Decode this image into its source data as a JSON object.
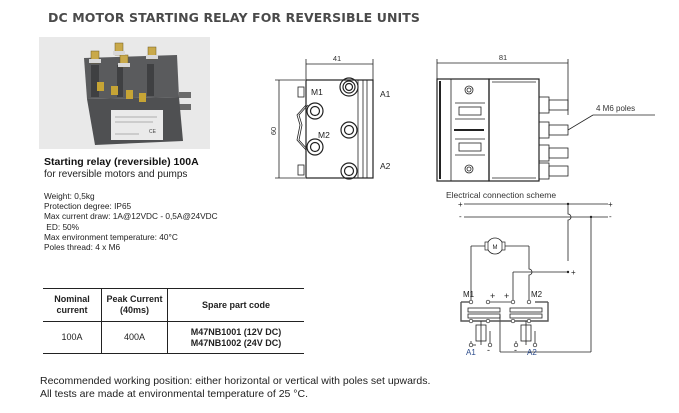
{
  "header": {
    "title": "DC MOTOR STARTING RELAY FOR REVERSIBLE UNITS"
  },
  "product": {
    "image_alt": "relay-photo",
    "name": "Starting relay (reversible) 100A",
    "subtitle": "for reversible motors and pumps",
    "specs": [
      "Weight: 0,5kg",
      "Protection degree: IP65",
      "Max current draw: 1A@12VDC - 0,5A@24VDC",
      " ED: 50%",
      "Max environment temperature: 40°C",
      "Poles thread: 4 x M6"
    ]
  },
  "parts_table": {
    "headers": [
      "Nominal current",
      "Peak Current (40ms)",
      "Spare part code"
    ],
    "header_lines": [
      [
        "Nominal",
        "current"
      ],
      [
        "Peak Current",
        "(40ms)"
      ],
      [
        "Spare part code"
      ]
    ],
    "rows": [
      {
        "nominal": "100A",
        "peak": "400A",
        "codes": [
          "M47NB1001 (12V DC)",
          "M47NB1002 (24V DC)"
        ]
      }
    ]
  },
  "front_drawing": {
    "width_label": "41",
    "height_label": "60",
    "terminals": [
      "M1",
      "M2",
      "A1",
      "A2"
    ]
  },
  "side_drawing": {
    "width_label": "81",
    "poles_label": "4 M6 poles"
  },
  "scheme": {
    "title": "Electrical connection scheme",
    "plus": "+",
    "minus": "-",
    "motor": "M",
    "m1": "M1",
    "m2": "M2",
    "a1": "A1",
    "a2": "A2"
  },
  "footer": {
    "lines": [
      "Recommended working position: either horizontal or vertical with poles set upwards.",
      "All tests are made at environmental temperature of 25 °C."
    ]
  }
}
